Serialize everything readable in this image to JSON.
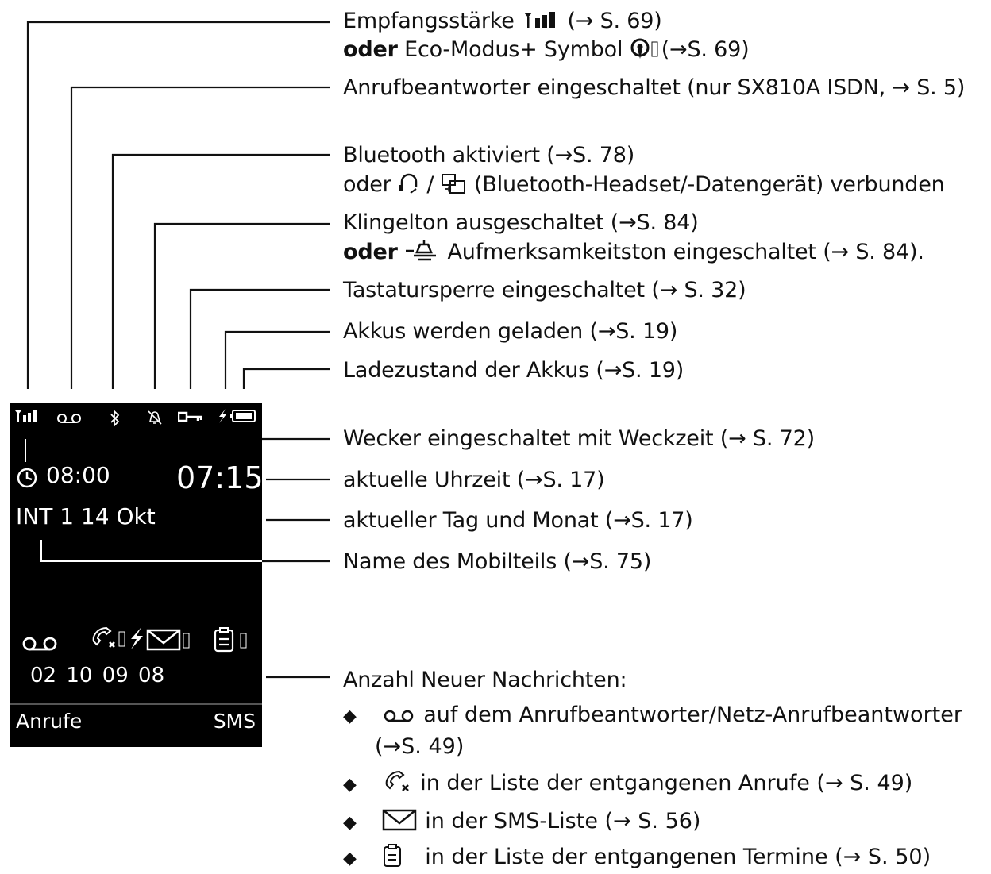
{
  "annotations": {
    "reception_line1": "Empfangsstärke",
    "reception_ref1": "(→ S. 69)",
    "reception_or": "oder",
    "reception_line2": "Eco-Modus+ Symbol",
    "reception_ref2": "(→S. 69)",
    "answering_machine": "Anrufbeantworter eingeschaltet (nur SX810A ISDN, → S. 5)",
    "bluetooth_line1": "Bluetooth aktiviert (→S. 78)",
    "bluetooth_or": "oder",
    "bluetooth_slash": "/",
    "bluetooth_line2": "(Bluetooth-Headset/-Datengerät) verbunden",
    "ringtone_line1": "Klingelton ausgeschaltet (→S. 84)",
    "ringtone_or": "oder",
    "ringtone_line2": "Aufmerksamkeitston eingeschaltet (→ S. 84).",
    "keylock": "Tastatursperre eingeschaltet (→ S. 32)",
    "charging": "Akkus werden geladen (→S. 19)",
    "battery_level": "Ladezustand der Akkus (→S. 19)",
    "alarm": "Wecker eingeschaltet mit Weckzeit (→ S. 72)",
    "current_time": "aktuelle Uhrzeit (→S. 17)",
    "current_date": "aktueller Tag und Monat (→S. 17)",
    "handset_name": "Name des Mobilteils (→S. 75)",
    "new_messages": "Anzahl Neuer Nachrichten:"
  },
  "bullets": [
    {
      "text": "auf dem Anrufbeantworter/Netz-Anrufbeantworter",
      "text2": "(→S. 49)"
    },
    {
      "text": "in der Liste der entgangenen Anrufe (→ S. 49)"
    },
    {
      "text": "in der SMS-Liste (→ S. 56)"
    },
    {
      "text": "in der Liste der entgangenen Termine (→ S. 50)"
    }
  ],
  "phone": {
    "alarm_time": "08:00",
    "clock": "07:15",
    "name_date": "INT 1 14 Okt",
    "counts": "02 10 09 08",
    "left_softkey": "Anrufe",
    "right_softkey": "SMS"
  },
  "icons": {
    "signal": "signal-bars-icon",
    "eco": "eco-mode-icon",
    "answering_machine": "voicemail-icon",
    "bluetooth": "bluetooth-icon",
    "headset": "headset-icon",
    "data_device": "data-device-icon",
    "ringer_off": "ringer-off-icon",
    "attention_tone": "attention-tone-icon",
    "key": "key-icon",
    "charging": "lightning-icon",
    "battery": "battery-icon",
    "alarm": "alarm-clock-icon",
    "missed_call": "missed-call-icon",
    "sms": "envelope-icon",
    "appointment": "appointment-icon"
  },
  "colors": {
    "display_bg": "#000000",
    "display_fg": "#ffffff",
    "line": "#111111"
  }
}
